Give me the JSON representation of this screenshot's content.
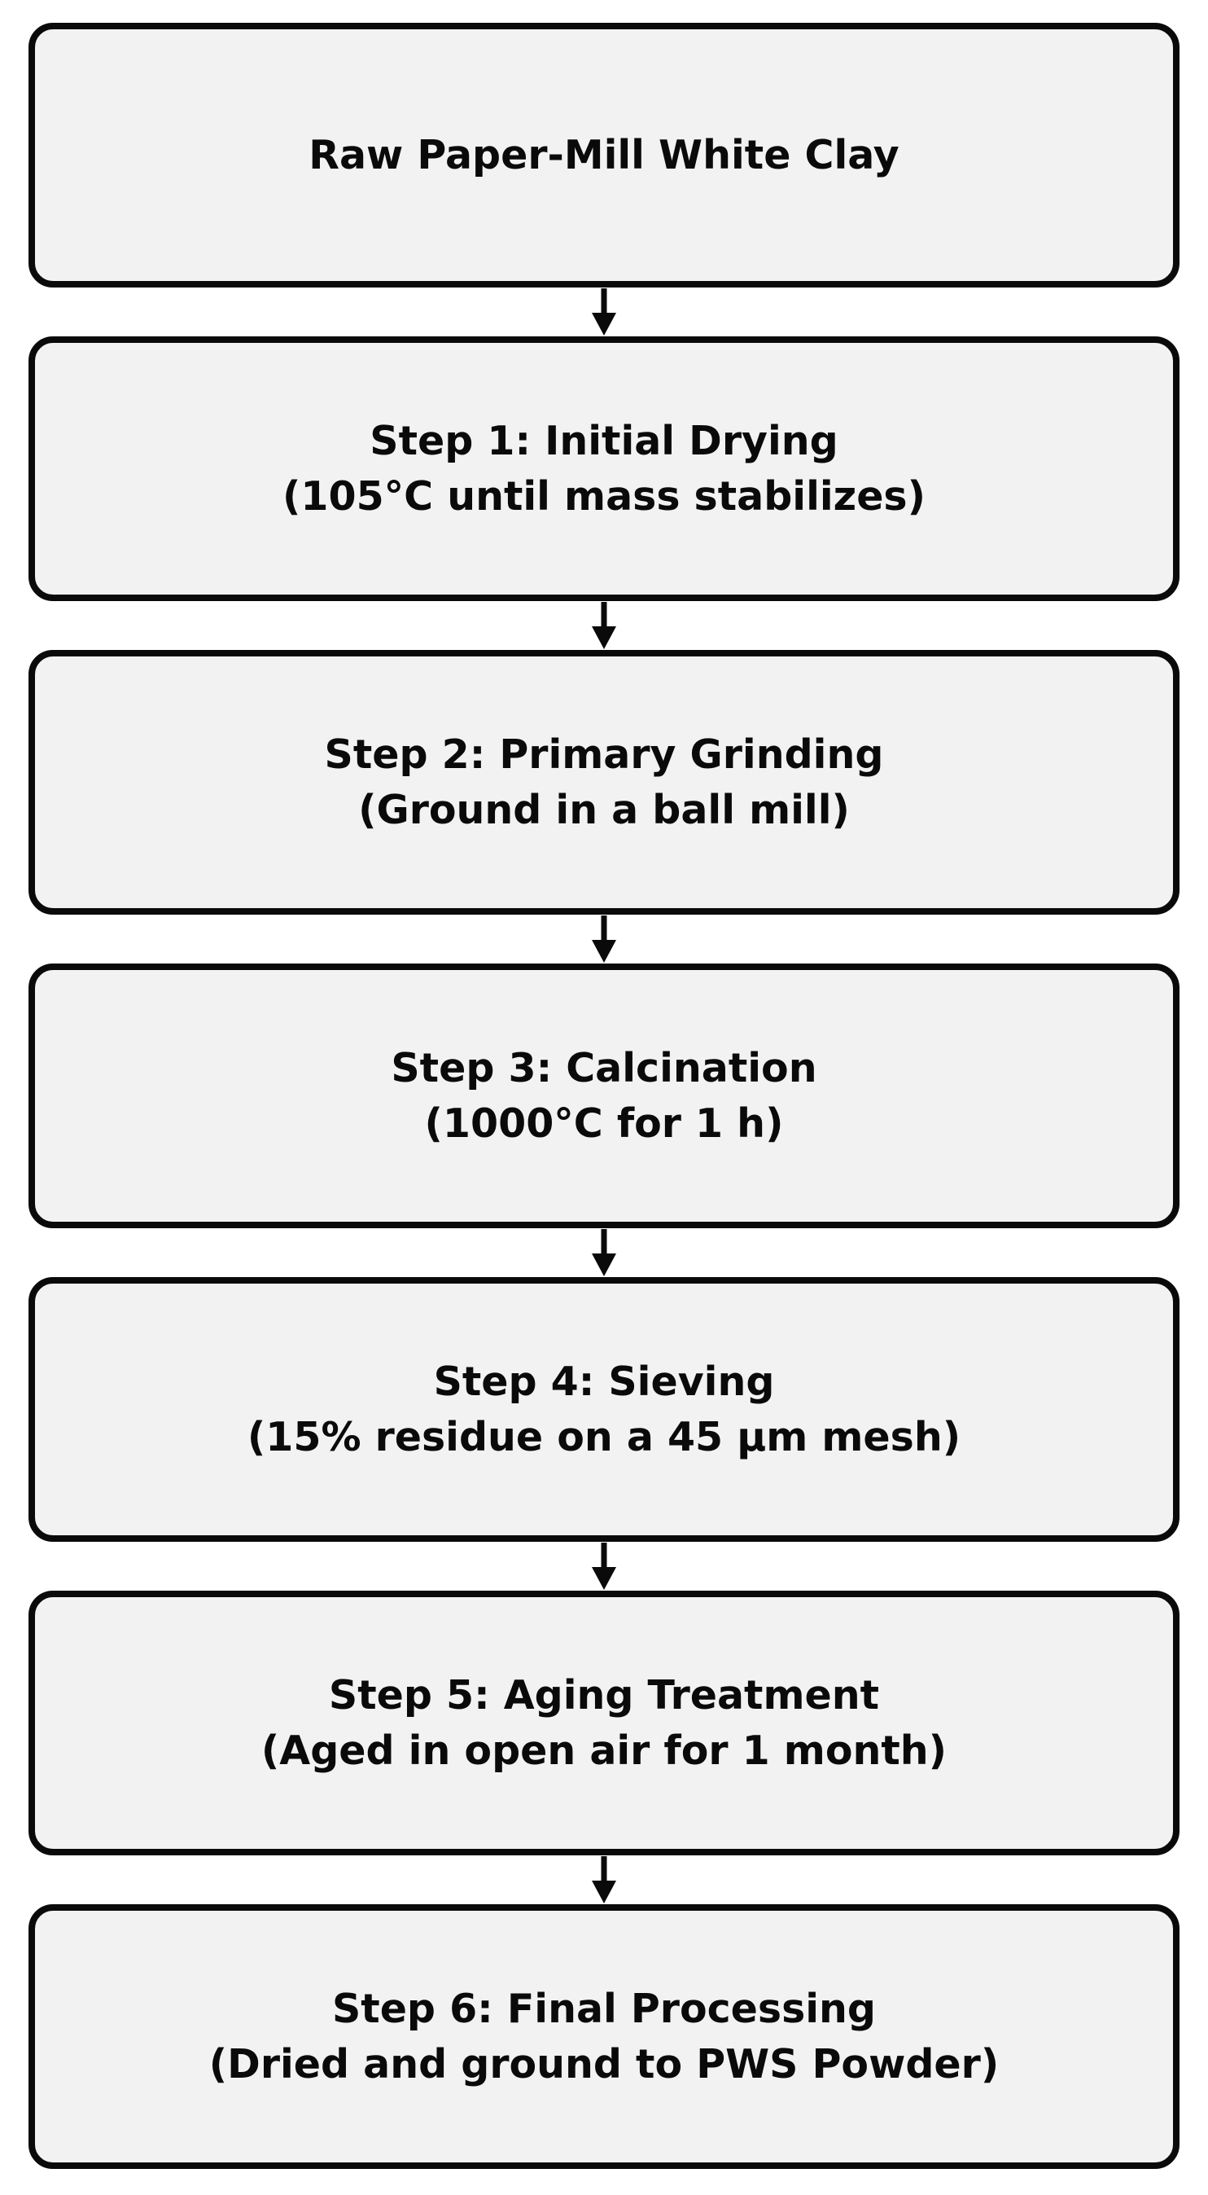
{
  "diagram": {
    "type": "flowchart",
    "direction": "top-down",
    "box_fill": "#f2f2f2",
    "box_border_color": "#0a0a0a",
    "text_color": "#0a0a0a",
    "connector": "down-arrow",
    "nodes": [
      {
        "id": "raw-material",
        "title": "Raw Paper-Mill White Clay",
        "subtitle": ""
      },
      {
        "id": "step-1",
        "title": "Step 1: Initial Drying",
        "subtitle": "(105°C until mass stabilizes)"
      },
      {
        "id": "step-2",
        "title": "Step 2: Primary Grinding",
        "subtitle": "(Ground in a ball mill)"
      },
      {
        "id": "step-3",
        "title": "Step 3: Calcination",
        "subtitle": "(1000°C for 1 h)"
      },
      {
        "id": "step-4",
        "title": "Step 4: Sieving",
        "subtitle": "(15% residue on a 45 µm mesh)"
      },
      {
        "id": "step-5",
        "title": "Step 5: Aging Treatment",
        "subtitle": "(Aged in open air for 1 month)"
      },
      {
        "id": "step-6",
        "title": "Step 6: Final Processing",
        "subtitle": "(Dried and ground to PWS Powder)"
      }
    ]
  }
}
